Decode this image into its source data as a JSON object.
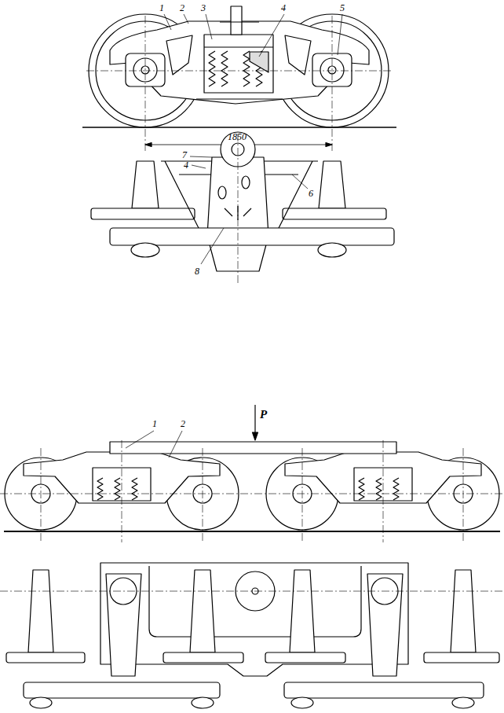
{
  "diagram": {
    "labels": [
      "1",
      "2",
      "3",
      "4",
      "5",
      "1850",
      "7",
      "4",
      "6",
      "8",
      "1",
      "2",
      "P"
    ]
  }
}
